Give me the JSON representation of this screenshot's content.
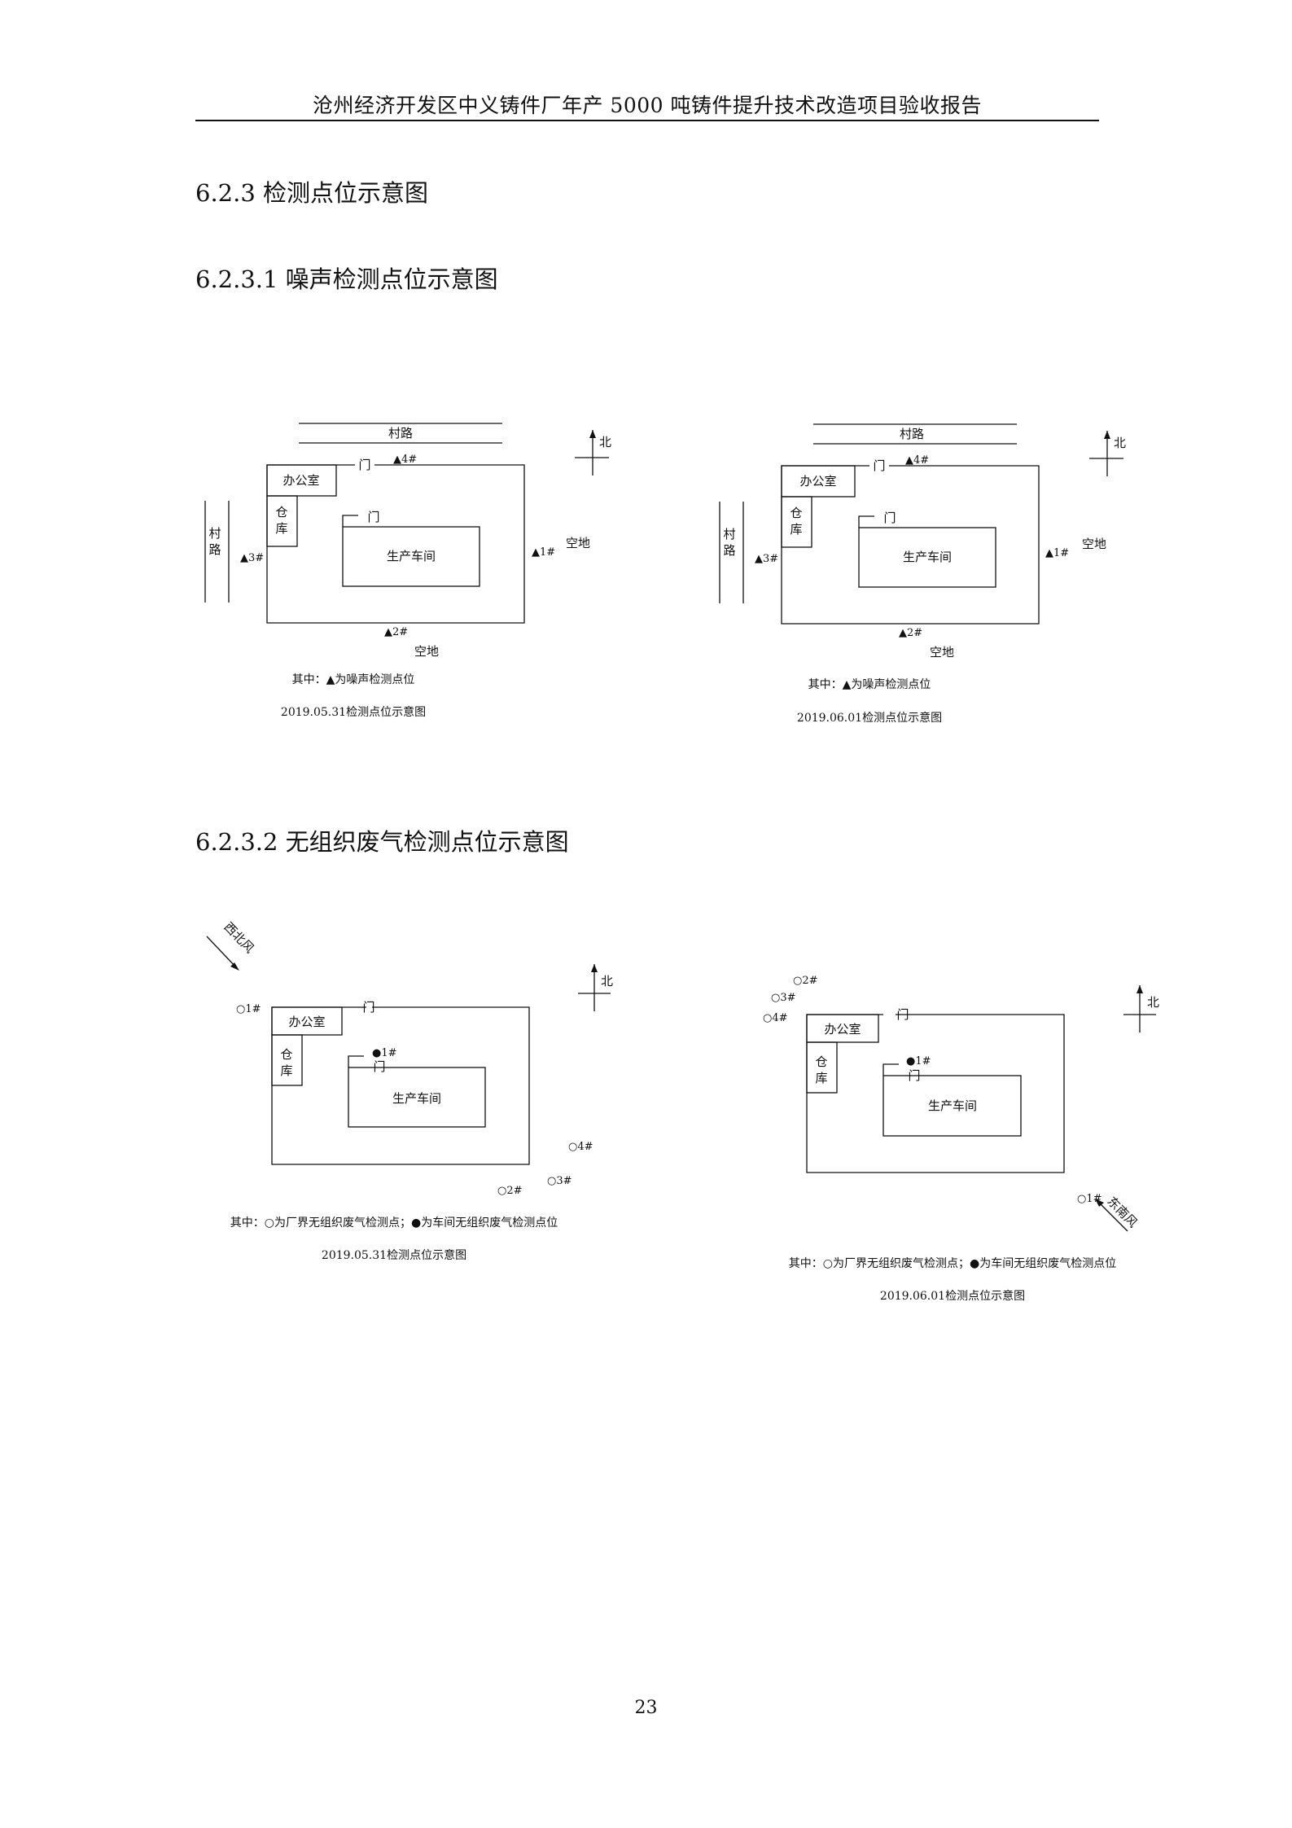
{
  "header": {
    "title": "沧州经济开发区中义铸件厂年产 5000 吨铸件提升技术改造项目验收报告"
  },
  "sections": {
    "s623": "6.2.3  检测点位示意图",
    "s6231": "6.2.3.1 噪声检测点位示意图",
    "s6232": "6.2.3.2 无组织废气检测点位示意图"
  },
  "noise_left": {
    "village_road_top": "村路",
    "village_road_side": [
      "村",
      "路"
    ],
    "north": "北",
    "office": "办公室",
    "warehouse": [
      "仓",
      "库"
    ],
    "gate_top": "门",
    "gate_inner": "门",
    "workshop": "生产车间",
    "open_land_east": "空地",
    "open_land_south": "空地",
    "points": {
      "p1": "▲1#",
      "p2": "▲2#",
      "p3": "▲3#",
      "p4": "▲4#"
    },
    "legend": "其中：▲为噪声检测点位",
    "caption": "2019.05.31检测点位示意图"
  },
  "noise_right": {
    "village_road_top": "村路",
    "village_road_side": [
      "村",
      "路"
    ],
    "north": "北",
    "office": "办公室",
    "warehouse": [
      "仓",
      "库"
    ],
    "gate_top": "门",
    "gate_inner": "门",
    "workshop": "生产车间",
    "open_land_east": "空地",
    "open_land_south": "空地",
    "points": {
      "p1": "▲1#",
      "p2": "▲2#",
      "p3": "▲3#",
      "p4": "▲4#"
    },
    "legend": "其中：▲为噪声检测点位",
    "caption": "2019.06.01检测点位示意图"
  },
  "gas_left": {
    "wind": "西北风",
    "north": "北",
    "office": "办公室",
    "warehouse": [
      "仓",
      "库"
    ],
    "gate_top": "门",
    "gate_inner": "门",
    "workshop": "生产车间",
    "points": {
      "o1": "○1#",
      "o2": "○2#",
      "o3": "○3#",
      "o4": "○4#",
      "w1": "●1#"
    },
    "legend": "其中：○为厂界无组织废气检测点；●为车间无组织废气检测点位",
    "caption": "2019.05.31检测点位示意图"
  },
  "gas_right": {
    "wind": "东南风",
    "north": "北",
    "office": "办公室",
    "warehouse": [
      "仓",
      "库"
    ],
    "gate_top": "门",
    "gate_inner": "门",
    "workshop": "生产车间",
    "points": {
      "o1": "○1#",
      "o2": "○2#",
      "o3": "○3#",
      "o4": "○4#",
      "w1": "●1#"
    },
    "legend": "其中：○为厂界无组织废气检测点；●为车间无组织废气检测点位",
    "caption": "2019.06.01检测点位示意图"
  },
  "page_number": "23"
}
